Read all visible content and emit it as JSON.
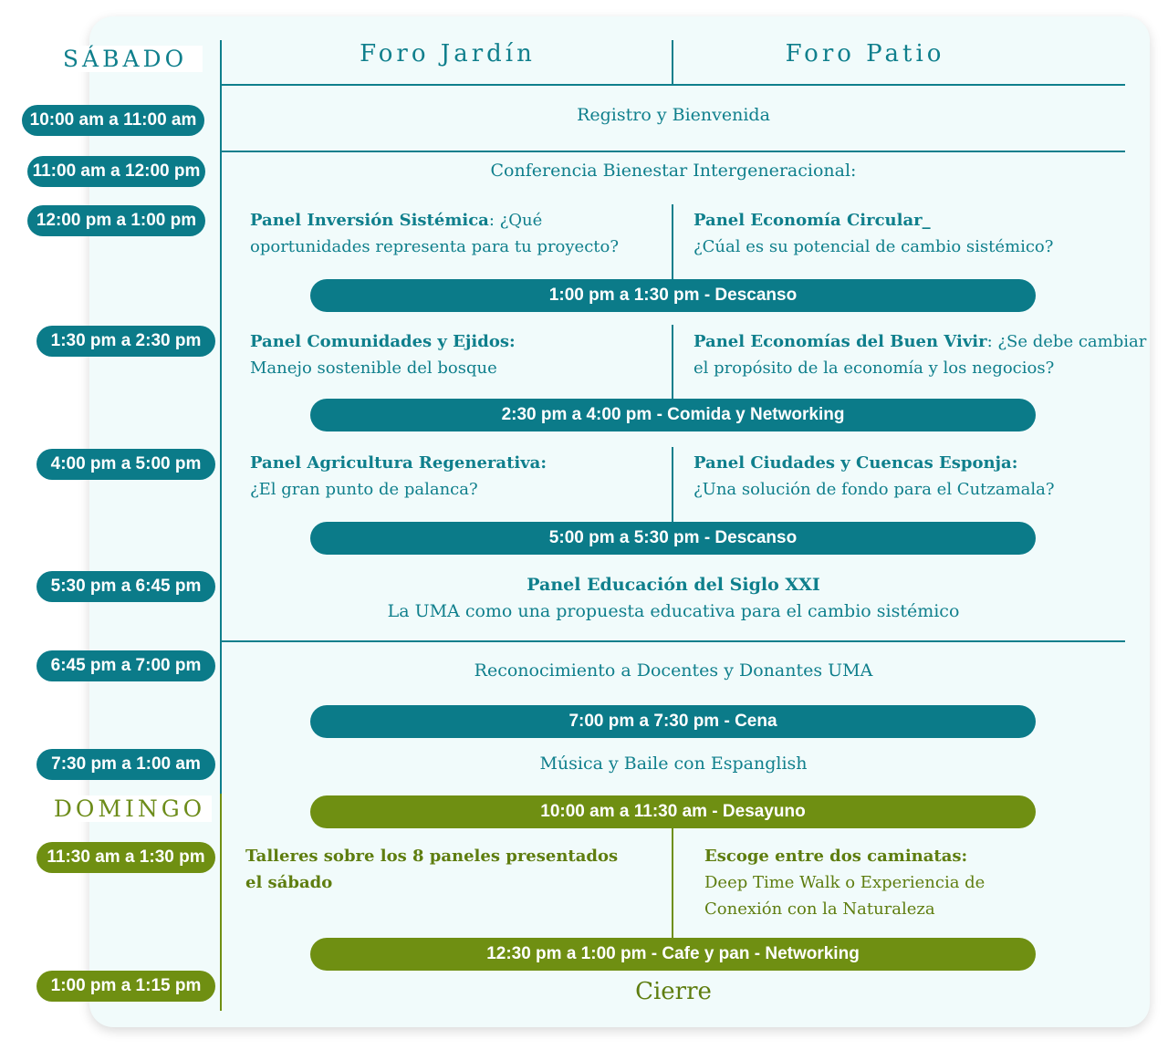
{
  "days": {
    "saturday": "SÁBADO",
    "sunday": "DOMINGO"
  },
  "columns": {
    "left": "Foro Jardín",
    "right": "Foro Patio"
  },
  "times": [
    "10:00 am a 11:00 am",
    "11:00 am a 12:00 pm",
    "12:00 pm a 1:00 pm",
    "1:30 pm a 2:30 pm",
    "4:00 pm a 5:00 pm",
    "5:30 pm a 6:45 pm",
    "6:45 pm a 7:00 pm",
    "7:30 pm a 1:00 am",
    "11:30 am a 1:30 pm",
    "1:00 pm a 1:15 pm"
  ],
  "events": {
    "registro": "Registro y Bienvenida",
    "conferencia": "Conferencia Bienestar Intergeneracional:",
    "panel_inversion": {
      "title": "Panel Inversión Sistémica",
      "rest": ": ¿Qué",
      "line2": "oportunidades representa para tu proyecto?"
    },
    "panel_economia_circular": {
      "title": "Panel Economía Circular_",
      "line2": "¿Cúal es su potencial de cambio sistémico?"
    },
    "panel_comunidades": {
      "title": "Panel Comunidades y Ejidos:",
      "line2": "Manejo sostenible del bosque"
    },
    "panel_buen_vivir": {
      "title": "Panel Economías del Buen Vivir",
      "rest": ": ¿Se debe cambiar",
      "line2": "el propósito de la economía y los negocios?"
    },
    "panel_agricultura": {
      "title": "Panel Agricultura Regenerativa:",
      "line2": "¿El gran punto de palanca?"
    },
    "panel_ciudades": {
      "title": "Panel Ciudades y Cuencas Esponja:",
      "line2": "¿Una solución de fondo para el Cutzamala?"
    },
    "panel_educacion": {
      "title": "Panel Educación del Siglo XXI",
      "line2": "La UMA como una propuesta educativa para el cambio sistémico"
    },
    "reconocimiento": "Reconocimiento a Docentes y Donantes UMA",
    "musica": "Música y Baile con Espanglish",
    "talleres": {
      "line1": "Talleres sobre los 8 paneles presentados",
      "line2": "el sábado"
    },
    "caminatas": {
      "title": "Escoge entre dos caminatas:",
      "line2": "Deep Time Walk  o Experiencia de",
      "line3": "Conexión con la Naturaleza"
    },
    "cierre": "Cierre"
  },
  "breaks": [
    "1:00 pm a 1:30 pm  -  Descanso",
    "2:30 pm a 4:00 pm  -  Comida y Networking",
    "5:00 pm a 5:30 pm  -  Descanso",
    "7:00 pm a 7:30 pm  -  Cena",
    "10:00 am a 11:30 am  -  Desayuno",
    "12:30 pm a 1:00 pm  -  Cafe y pan - Networking"
  ],
  "colors": {
    "teal": "#0b7b89",
    "olive": "#6f8f12",
    "card": "#f1fbfb"
  }
}
